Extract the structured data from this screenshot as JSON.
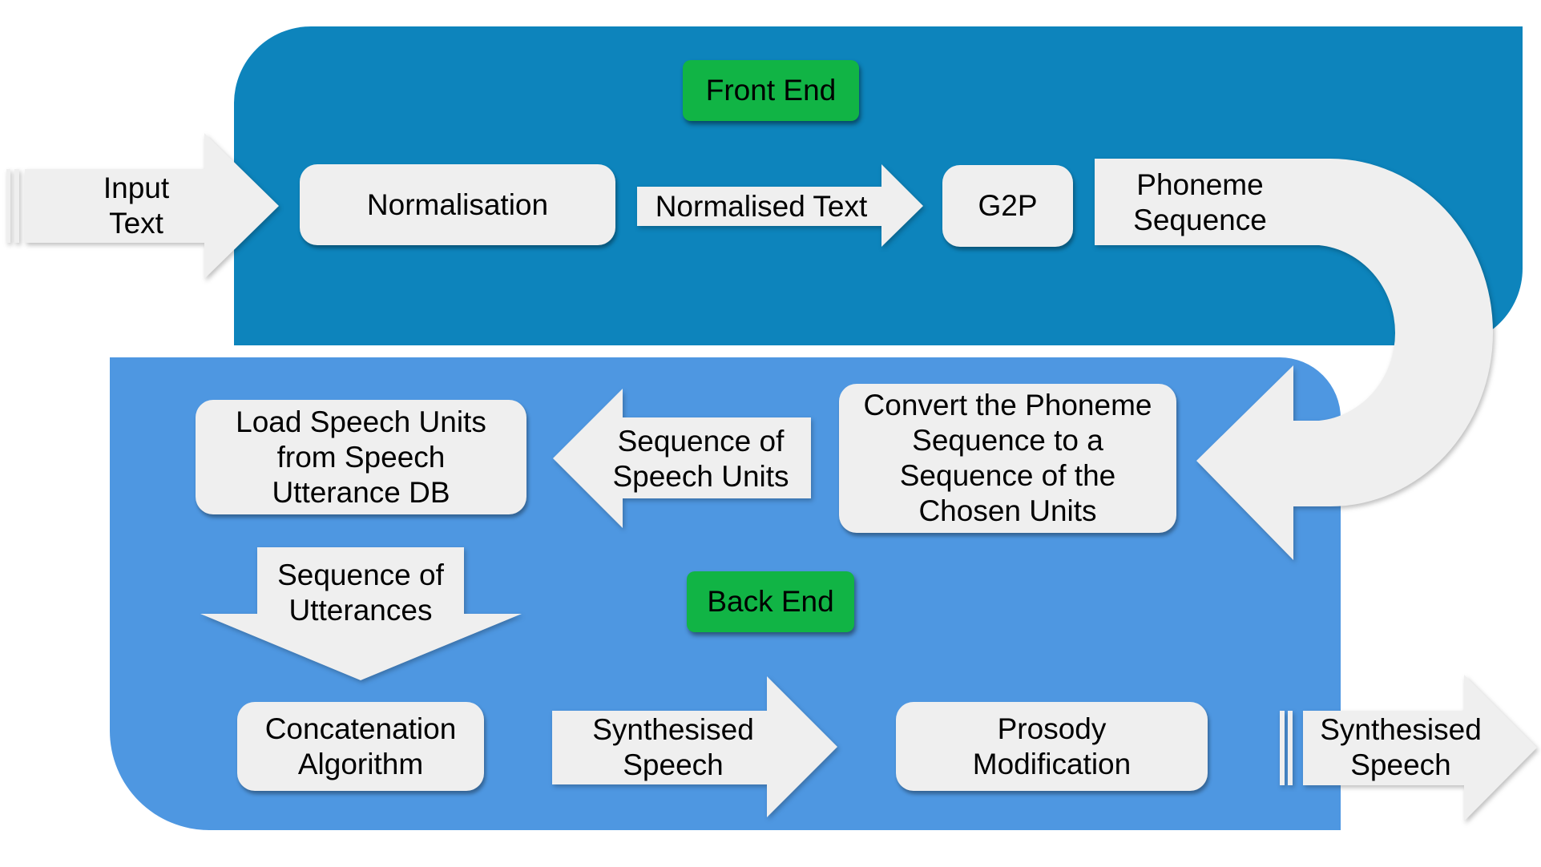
{
  "regions": {
    "front_end": "Front End",
    "back_end": "Back End"
  },
  "nodes": {
    "normalisation": "Normalisation",
    "g2p": "G2P",
    "convert": "Convert the Phoneme\nSequence to a\nSequence of the\nChosen Units",
    "load_units": "Load Speech Units\nfrom Speech\nUtterance DB",
    "concatenation": "Concatenation\nAlgorithm",
    "prosody": "Prosody\nModification"
  },
  "edges": {
    "input_text": "Input\nText",
    "normalised_text": "Normalised Text",
    "phoneme_sequence": "Phoneme\nSequence",
    "sequence_of_speech_units": "Sequence of\nSpeech Units",
    "sequence_of_utterances": "Sequence of\nUtterances",
    "synthesised_speech_mid": "Synthesised\nSpeech",
    "synthesised_speech_out": "Synthesised\nSpeech"
  },
  "colors": {
    "front_panel": "#0d84bc",
    "back_panel": "#4e97e1",
    "tag": "#11b445",
    "shape_fill": "#efefef"
  }
}
